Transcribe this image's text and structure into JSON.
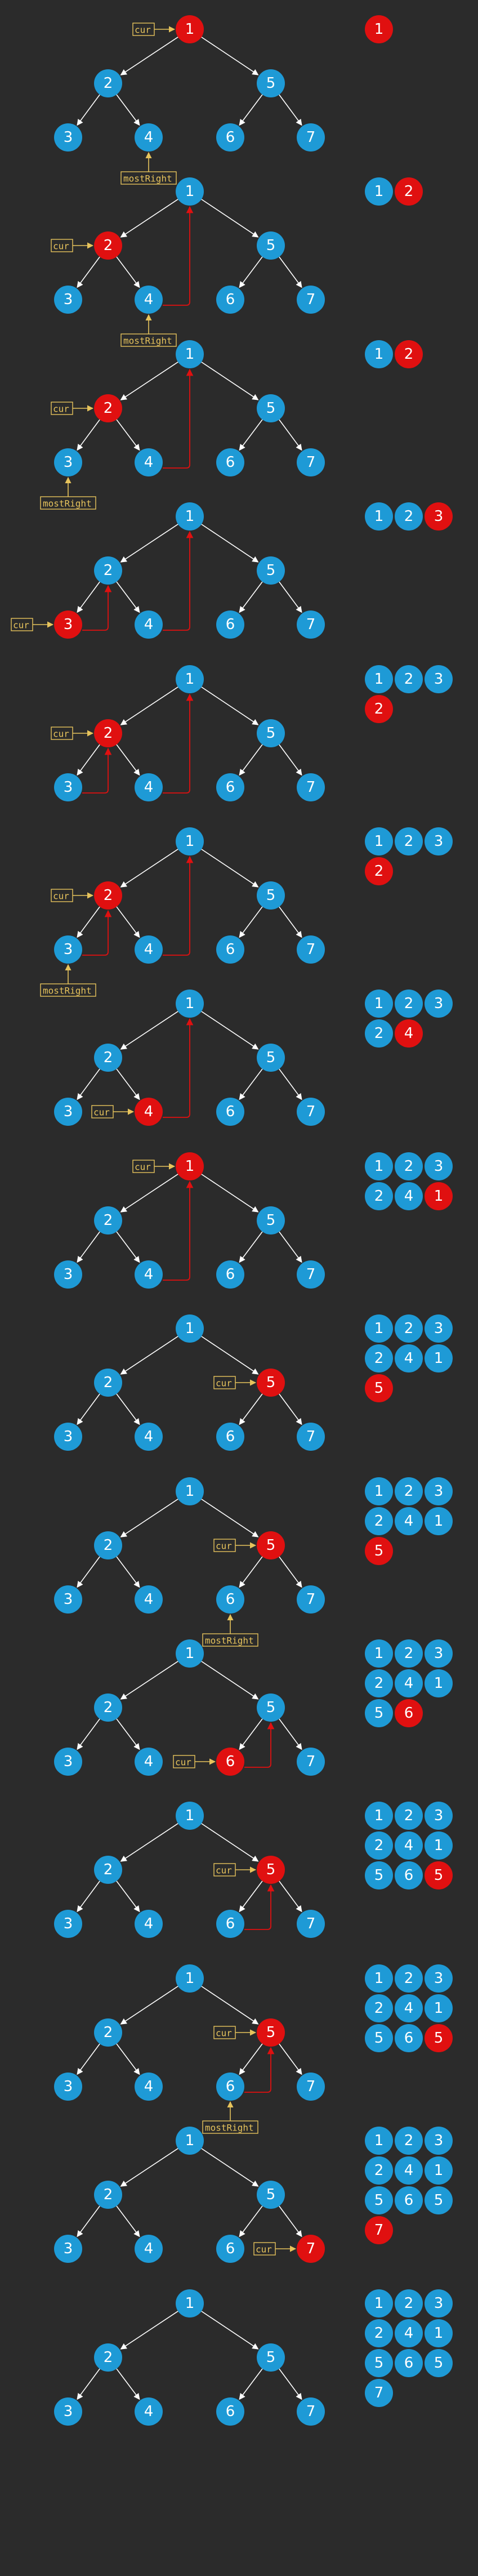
{
  "labels": {
    "cur": "cur",
    "mostRight": "mostRight"
  },
  "colors": {
    "background": "#2b2b2b",
    "node": "#1e9ad6",
    "active": "#e01010",
    "edge": "#ffffff",
    "tag": "#e6c35c"
  },
  "tree": {
    "nodes": [
      {
        "id": "1",
        "parent": null
      },
      {
        "id": "2",
        "parent": "1"
      },
      {
        "id": "5",
        "parent": "1"
      },
      {
        "id": "3",
        "parent": "2"
      },
      {
        "id": "4",
        "parent": "2"
      },
      {
        "id": "6",
        "parent": "5"
      },
      {
        "id": "7",
        "parent": "5"
      }
    ]
  },
  "frames": [
    {
      "cur": "1",
      "mostRight": "4",
      "threads": [],
      "sequence": [
        "1"
      ],
      "highlight_last": true
    },
    {
      "cur": "2",
      "mostRight": "4",
      "threads": [
        "4->1"
      ],
      "sequence": [
        "1",
        "2"
      ],
      "highlight_last": true
    },
    {
      "cur": "2",
      "mostRight": "3",
      "threads": [
        "4->1"
      ],
      "sequence": [
        "1",
        "2"
      ],
      "highlight_last": true
    },
    {
      "cur": "3",
      "mostRight": null,
      "threads": [
        "4->1",
        "3->2"
      ],
      "sequence": [
        "1",
        "2",
        "3"
      ],
      "highlight_last": true
    },
    {
      "cur": "2",
      "mostRight": null,
      "threads": [
        "4->1",
        "3->2"
      ],
      "sequence": [
        "1",
        "2",
        "3",
        "2"
      ],
      "highlight_last": true
    },
    {
      "cur": "2",
      "mostRight": "3",
      "threads": [
        "4->1",
        "3->2"
      ],
      "sequence": [
        "1",
        "2",
        "3",
        "2"
      ],
      "highlight_last": true
    },
    {
      "cur": "4",
      "mostRight": null,
      "threads": [
        "4->1"
      ],
      "sequence": [
        "1",
        "2",
        "3",
        "2",
        "4"
      ],
      "highlight_last": true
    },
    {
      "cur": "1",
      "mostRight": null,
      "threads": [
        "4->1"
      ],
      "sequence": [
        "1",
        "2",
        "3",
        "2",
        "4",
        "1"
      ],
      "highlight_last": true
    },
    {
      "cur": "5",
      "mostRight": null,
      "threads": [],
      "sequence": [
        "1",
        "2",
        "3",
        "2",
        "4",
        "1",
        "5"
      ],
      "highlight_last": true
    },
    {
      "cur": "5",
      "mostRight": "6",
      "threads": [],
      "sequence": [
        "1",
        "2",
        "3",
        "2",
        "4",
        "1",
        "5"
      ],
      "highlight_last": true
    },
    {
      "cur": "6",
      "mostRight": null,
      "threads": [
        "6->5"
      ],
      "sequence": [
        "1",
        "2",
        "3",
        "2",
        "4",
        "1",
        "5",
        "6"
      ],
      "highlight_last": true
    },
    {
      "cur": "5",
      "mostRight": null,
      "threads": [
        "6->5"
      ],
      "sequence": [
        "1",
        "2",
        "3",
        "2",
        "4",
        "1",
        "5",
        "6",
        "5"
      ],
      "highlight_last": true
    },
    {
      "cur": "5",
      "mostRight": "6",
      "threads": [
        "6->5"
      ],
      "sequence": [
        "1",
        "2",
        "3",
        "2",
        "4",
        "1",
        "5",
        "6",
        "5"
      ],
      "highlight_last": true
    },
    {
      "cur": "7",
      "mostRight": null,
      "threads": [],
      "sequence": [
        "1",
        "2",
        "3",
        "2",
        "4",
        "1",
        "5",
        "6",
        "5",
        "7"
      ],
      "highlight_last": true
    },
    {
      "cur": null,
      "mostRight": null,
      "threads": [],
      "sequence": [
        "1",
        "2",
        "3",
        "2",
        "4",
        "1",
        "5",
        "6",
        "5",
        "7"
      ],
      "highlight_last": false
    }
  ]
}
